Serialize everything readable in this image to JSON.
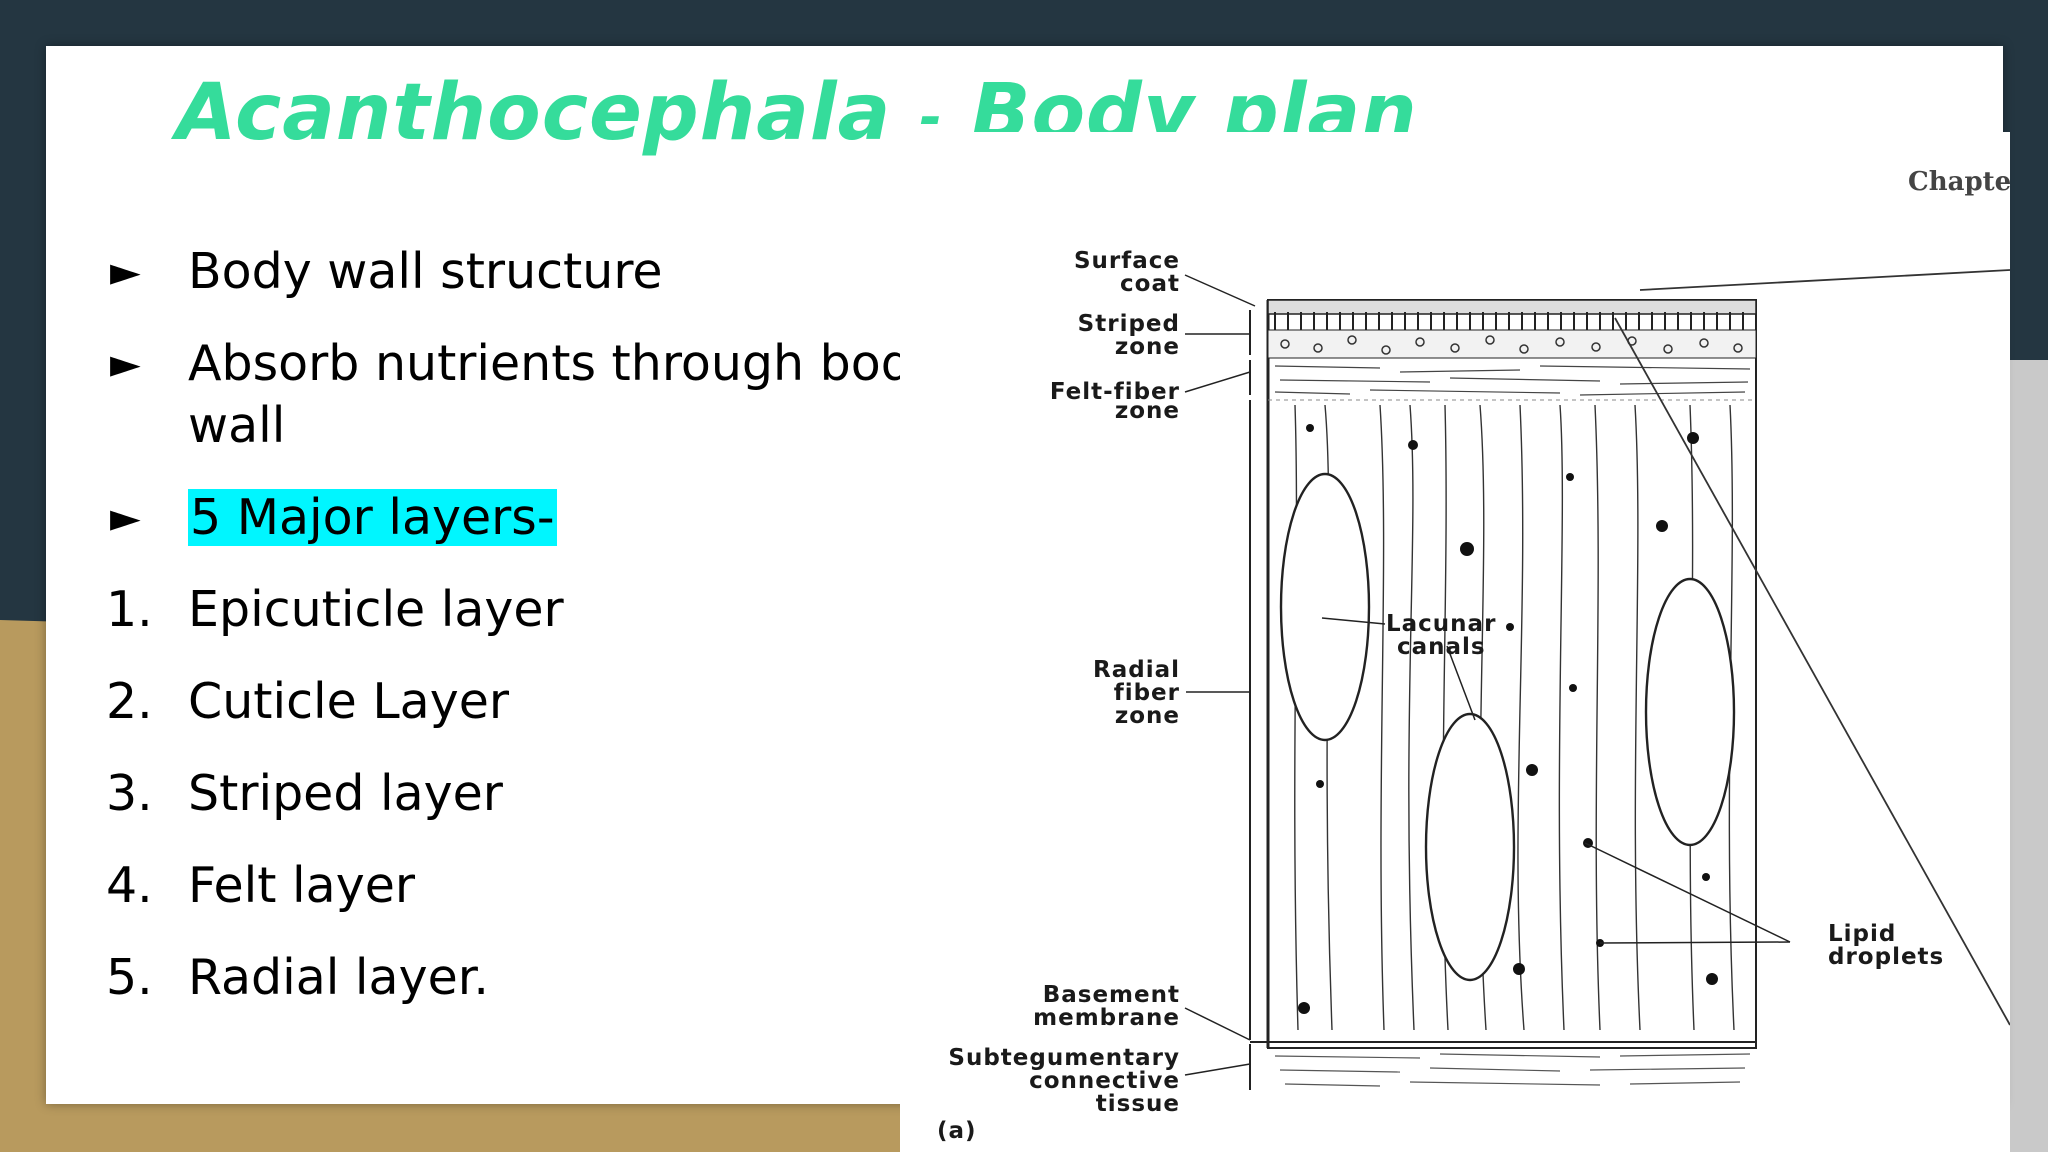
{
  "slide": {
    "title_part1": "Acanthocephala",
    "title_dash": "-",
    "title_part2": "Body plan",
    "bullets": [
      {
        "marker": "►",
        "text": "Body wall structure"
      },
      {
        "marker": "►",
        "text": "Absorb nutrients through body wall"
      },
      {
        "marker": "►",
        "text": "5 Major layers-"
      }
    ],
    "numbered": [
      {
        "marker": "1.",
        "text": "Epicuticle layer"
      },
      {
        "marker": "2.",
        "text": "Cuticle Layer"
      },
      {
        "marker": "3.",
        "text": "Striped layer"
      },
      {
        "marker": "4.",
        "text": "Felt layer"
      },
      {
        "marker": "5.",
        "text": "Radial layer."
      }
    ]
  },
  "diagram": {
    "chapter": "Chapte",
    "labels": {
      "surface_1": "Surface",
      "surface_2": "coat",
      "striped_1": "Striped",
      "striped_2": "zone",
      "felt_1": "Felt-fiber",
      "felt_2": "zone",
      "radial_1": "Radial",
      "radial_2": "fiber",
      "radial_3": "zone",
      "lacunar_1": "Lacunar",
      "lacunar_2": "canals",
      "lipid_1": "Lipid",
      "lipid_2": "droplets",
      "basement_1": "Basement",
      "basement_2": "membrane",
      "subteg_1": "Subtegumentary",
      "subteg_2": "connective",
      "subteg_3": "tissue",
      "panel": "(a)"
    }
  }
}
